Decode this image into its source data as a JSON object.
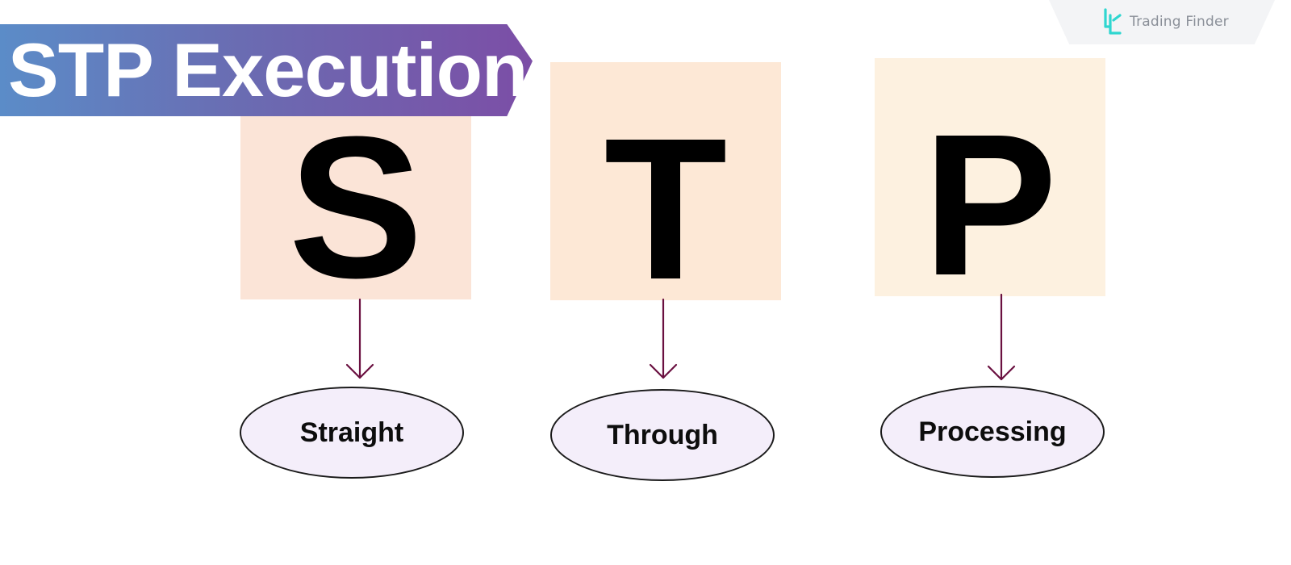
{
  "title": "STP Execution",
  "brand": {
    "name": "Trading Finder",
    "logo_icon": "trading-finder-logo-icon",
    "logo_color": "#2fd6d0"
  },
  "letters": [
    {
      "letter": "S",
      "term": "Straight",
      "box_color": "#fbe4d7"
    },
    {
      "letter": "T",
      "term": "Through",
      "box_color": "#fde8d6"
    },
    {
      "letter": "P",
      "term": "Processing",
      "box_color": "#fdf1e0"
    }
  ],
  "colors": {
    "banner_gradient": [
      "#5b8cc8",
      "#7c4ea6"
    ],
    "arrow": "#6a1040",
    "ellipse_fill": "#f4eefa"
  }
}
